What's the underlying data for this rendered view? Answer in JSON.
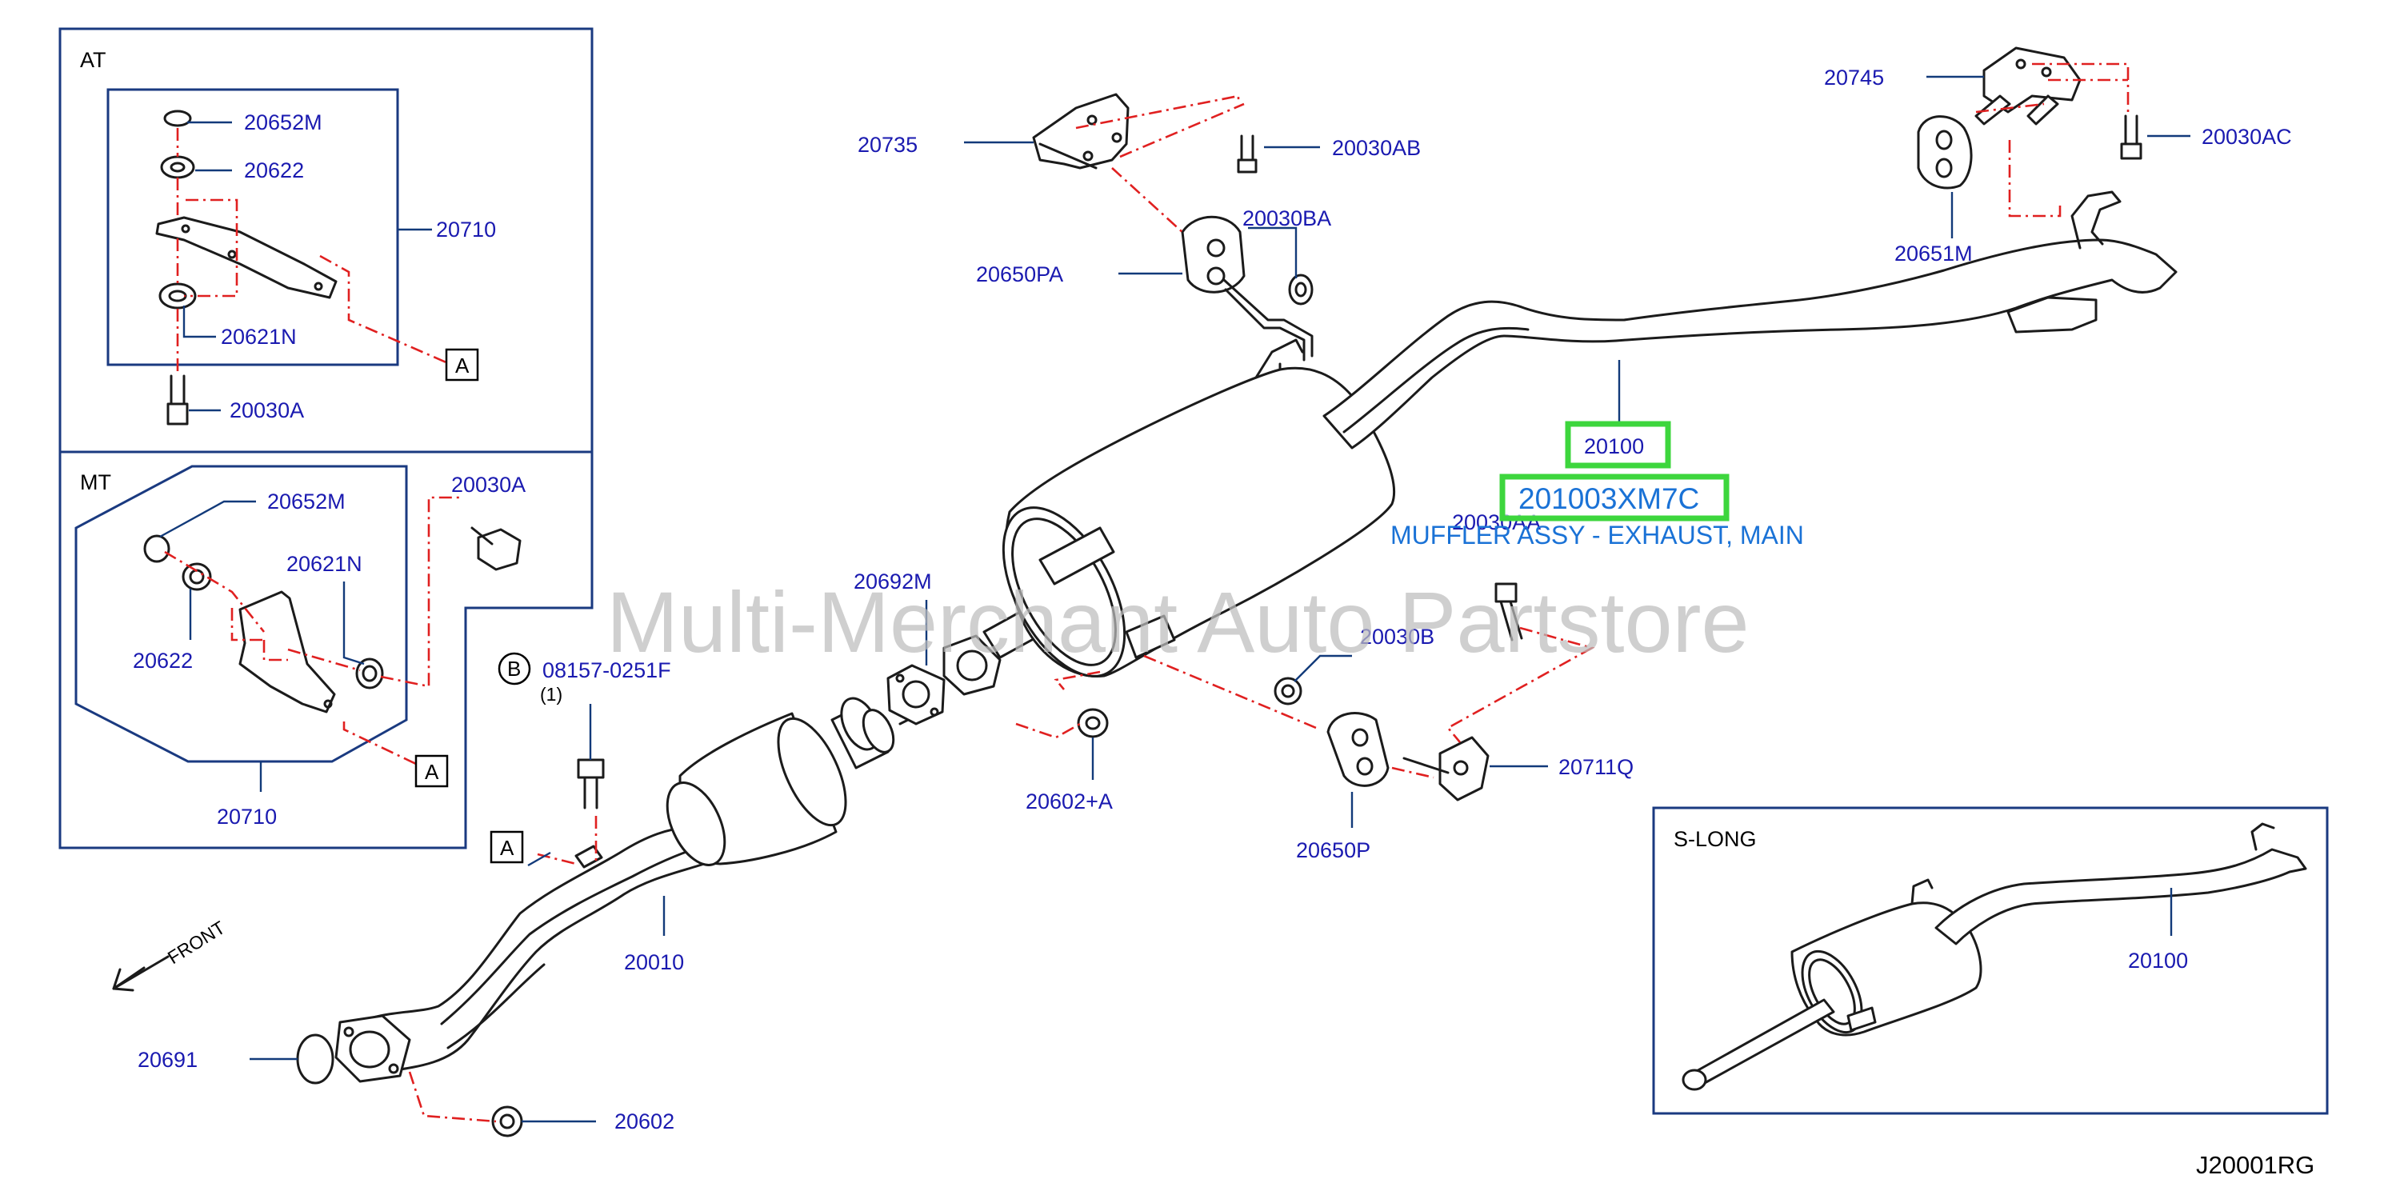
{
  "panels": {
    "at_label": "AT",
    "mt_label": "MT",
    "slong_label": "S-LONG"
  },
  "callouts": {
    "at_20652M": "20652M",
    "at_20622": "20622",
    "at_20710": "20710",
    "at_20621N": "20621N",
    "at_20030A": "20030A",
    "mt_20652M": "20652M",
    "mt_20030A": "20030A",
    "mt_20621N": "20621N",
    "mt_20622": "20622",
    "mt_20710": "20710",
    "p20735": "20735",
    "p20030AB": "20030AB",
    "p20030BA": "20030BA",
    "p20650PA": "20650PA",
    "p20745": "20745",
    "p20030AC": "20030AC",
    "p20651M": "20651M",
    "p20100": "20100",
    "p20030AA": "20030AA",
    "p20692M": "20692M",
    "p20030B": "20030B",
    "p20602A": "20602+A",
    "p20711Q": "20711Q",
    "p20650P": "20650P",
    "p08157": "08157-0251F",
    "p08157_qty": "(1)",
    "p20010": "20010",
    "p20691": "20691",
    "p20602": "20602",
    "slong_20100": "20100"
  },
  "letter_markers": {
    "a": "A",
    "b": "B"
  },
  "front_label": "FRONT",
  "highlight": {
    "part_number": "201003XM7C",
    "description": "MUFFLER ASSY - EXHAUST, MAIN"
  },
  "watermark": "Multi-Merchant Auto Partstore",
  "diagram_id": "J20001RG",
  "colors": {
    "callout_text": "#1a1ab0",
    "highlight_frame": "#3dd63d",
    "highlight_text": "#1a72d6",
    "dashed_line": "#e02020",
    "panel_frame": "#1a3a80"
  }
}
